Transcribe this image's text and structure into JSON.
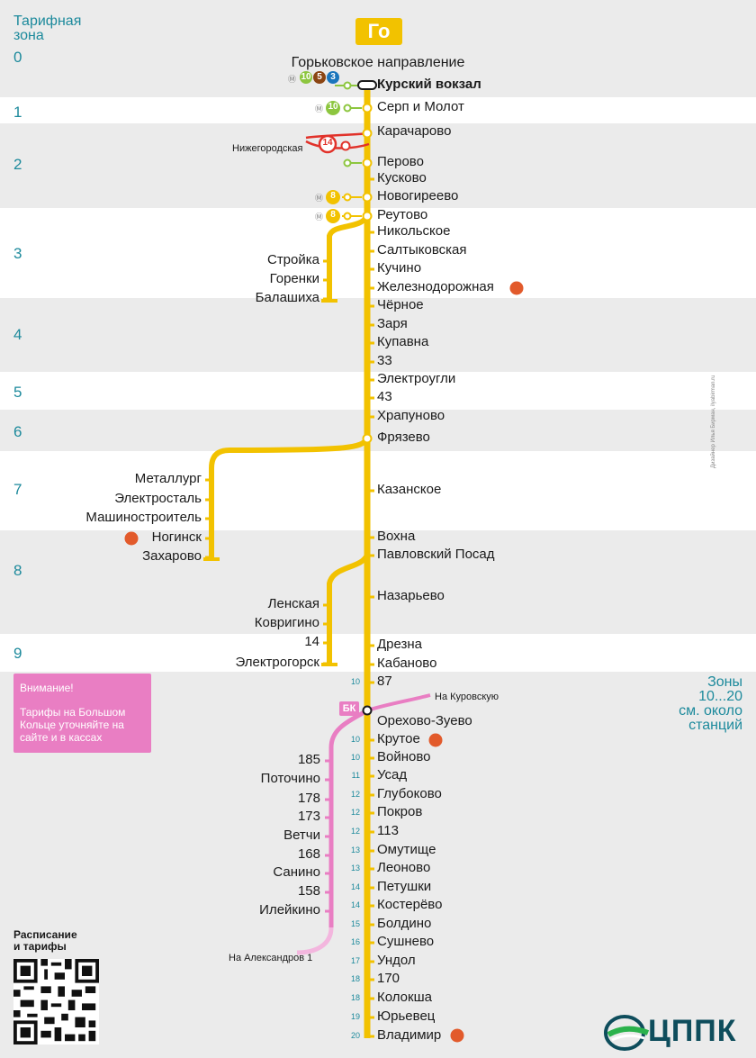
{
  "header": {
    "line_badge": "Го",
    "direction": "Горьковское направление",
    "tariff_zone_title": [
      "Тарифная",
      "зона"
    ]
  },
  "zone_labels": [
    "0",
    "1",
    "2",
    "3",
    "4",
    "5",
    "6",
    "7",
    "8",
    "9"
  ],
  "main_stations": [
    {
      "name": "Курский вокзал",
      "bold": true
    },
    {
      "name": "Серп и Молот"
    },
    {
      "name": "Карачарово"
    },
    {
      "name": "Перово"
    },
    {
      "name": "Кусково"
    },
    {
      "name": "Новогиреево"
    },
    {
      "name": "Реутово"
    },
    {
      "name": "Никольское"
    },
    {
      "name": "Салтыковская"
    },
    {
      "name": "Кучино"
    },
    {
      "name": "Железнодорожная"
    },
    {
      "name": "Чёрное"
    },
    {
      "name": "Заря"
    },
    {
      "name": "Купавна"
    },
    {
      "name": "33"
    },
    {
      "name": "Электроугли"
    },
    {
      "name": "43"
    },
    {
      "name": "Храпуново"
    },
    {
      "name": "Фрязево"
    },
    {
      "name": "Казанское"
    },
    {
      "name": "Вохна"
    },
    {
      "name": "Павловский Посад"
    },
    {
      "name": "Назарьево"
    },
    {
      "name": "Дрезна"
    },
    {
      "name": "Кабаново"
    },
    {
      "name": "87",
      "zone": "10"
    },
    {
      "name": "Орехово-Зуево"
    },
    {
      "name": "Крутое",
      "zone": "10"
    },
    {
      "name": "Войново",
      "zone": "10"
    },
    {
      "name": "Усад",
      "zone": "11"
    },
    {
      "name": "Глубоково",
      "zone": "12"
    },
    {
      "name": "Покров",
      "zone": "12"
    },
    {
      "name": "113",
      "zone": "12"
    },
    {
      "name": "Омутище",
      "zone": "13"
    },
    {
      "name": "Леоново",
      "zone": "13"
    },
    {
      "name": "Петушки",
      "zone": "14"
    },
    {
      "name": "Костерёво",
      "zone": "14"
    },
    {
      "name": "Болдино",
      "zone": "15"
    },
    {
      "name": "Сушнево",
      "zone": "16"
    },
    {
      "name": "Ундол",
      "zone": "17"
    },
    {
      "name": "170",
      "zone": "18"
    },
    {
      "name": "Колокша",
      "zone": "18"
    },
    {
      "name": "Юрьевец",
      "zone": "19"
    },
    {
      "name": "Владимир",
      "zone": "20"
    }
  ],
  "branch_balashikha": [
    "Стройка",
    "Горенки",
    "Балашиха"
  ],
  "branch_zakharovo": [
    "Металлург",
    "Электросталь",
    "Машиностроитель",
    "Ногинск",
    "Захарово"
  ],
  "branch_elektrogorsk": [
    "Ленская",
    "Ковригино",
    "14",
    "Электрогорск"
  ],
  "branch_bk": [
    "185",
    "Поточино",
    "178",
    "173",
    "Ветчи",
    "168",
    "Санино",
    "158",
    "Илейкино"
  ],
  "transfers": {
    "metro_kursk": [
      "10",
      "5",
      "3"
    ],
    "metro_serp": "10",
    "mck_karacharovo": "14",
    "nizhegorodskaya": "Нижегородская",
    "metro_novogireevo": "8",
    "metro_reutovo": "8",
    "bk_badge": "БК",
    "to_kurovskaya": "На Куровскую",
    "to_aleksandrov": "На Александров 1"
  },
  "notice": {
    "heading": "Внимание!",
    "body": "Тарифы на Большом Кольце уточняйте на сайте и в кассах"
  },
  "zones_note": [
    "Зоны",
    "10...20",
    "см. около",
    "станций"
  ],
  "schedule": [
    "Расписание",
    "и тарифы"
  ],
  "credit": "Дизайнер Илья Бирман, ilyabirman.ru",
  "logo": "ЦППК",
  "colors": {
    "line": "#f2c200",
    "zone_text": "#1d8a9c",
    "band": "#ebebeb",
    "bk": "#e97ec3",
    "mck": "#e1322a",
    "metro_10": "#8dc63f",
    "metro_5": "#8b4513",
    "metro_3": "#1a75bc",
    "metro_8": "#f2c200",
    "express": "#e25a2b"
  }
}
